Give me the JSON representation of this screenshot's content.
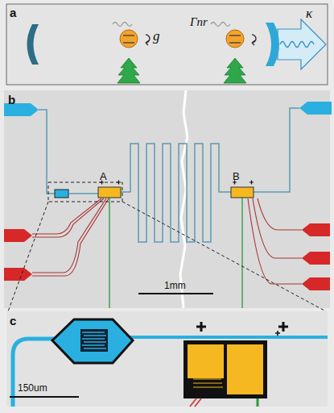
{
  "diagram": {
    "labels": [
      "a",
      "g",
      "Γnr",
      "κ",
      "b",
      "A",
      "B",
      "1mm",
      "c",
      "150um"
    ]
  }
}
